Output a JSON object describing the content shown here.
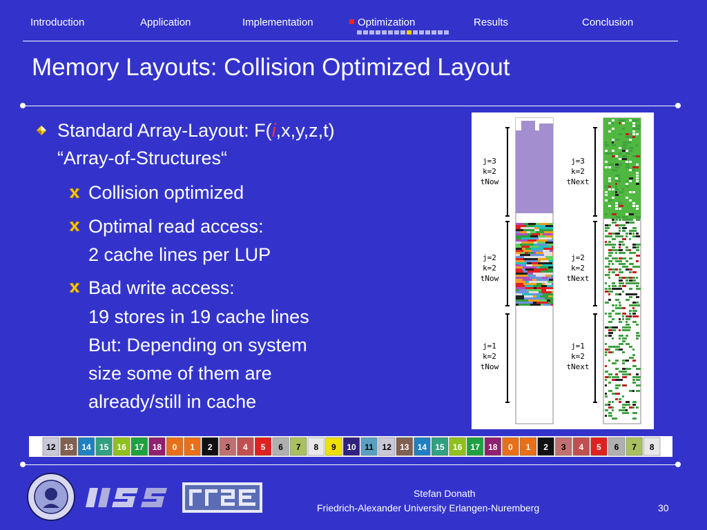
{
  "nav": {
    "items": [
      "Introduction",
      "Application",
      "Implementation",
      "Optimization",
      "Results",
      "Conclusion"
    ],
    "active_index": 3,
    "progress": {
      "total": 15,
      "current": 9
    }
  },
  "slide": {
    "title": "Memory Layouts: Collision Optimized Layout",
    "bullet_main": {
      "prefix": "Standard Array-Layout: F(",
      "highlight": "i",
      "suffix": ",x,y,z,t)",
      "line2": "“Array-of-Structures“"
    },
    "sub_bullets": [
      {
        "lines": [
          "Collision optimized"
        ]
      },
      {
        "lines": [
          "Optimal read access:",
          "2 cache lines per LUP"
        ]
      },
      {
        "lines": [
          "Bad write access:",
          "19 stores in 19 cache lines",
          "But: Depending on system",
          "size some of them are",
          "already/still in cache"
        ]
      }
    ]
  },
  "figure": {
    "labels_left": [
      {
        "j": "j=3",
        "k": "k=2",
        "t": "tNow"
      },
      {
        "j": "j=2",
        "k": "k=2",
        "t": "tNow"
      },
      {
        "j": "j=1",
        "k": "k=2",
        "t": "tNow"
      }
    ],
    "labels_right": [
      {
        "j": "j=3",
        "k": "k=2",
        "t": "tNext"
      },
      {
        "j": "j=2",
        "k": "k=2",
        "t": "tNext"
      },
      {
        "j": "j=1",
        "k": "k=2",
        "t": "tNext"
      }
    ]
  },
  "strip": {
    "cells": [
      "12",
      "13",
      "14",
      "15",
      "16",
      "17",
      "18",
      "0",
      "1",
      "2",
      "3",
      "4",
      "5",
      "6",
      "7",
      "8",
      "9",
      "10",
      "11",
      "12",
      "13",
      "14",
      "15",
      "16",
      "17",
      "18",
      "0",
      "1",
      "2",
      "3",
      "4",
      "5",
      "6",
      "7",
      "8"
    ]
  },
  "footer": {
    "author": "Stefan Donath",
    "affiliation": "Friedrich-Alexander University Erlangen-Nuremberg",
    "page_number": "30"
  },
  "colors": {
    "background": "#3333cc",
    "active_marker": "#ff2020",
    "highlight": "#ff3030",
    "bullet_gold": "#ffcc00"
  },
  "icons": {
    "main_bullet": "diamond-bullet-icon",
    "sub_bullet": "x-mark-icon"
  }
}
